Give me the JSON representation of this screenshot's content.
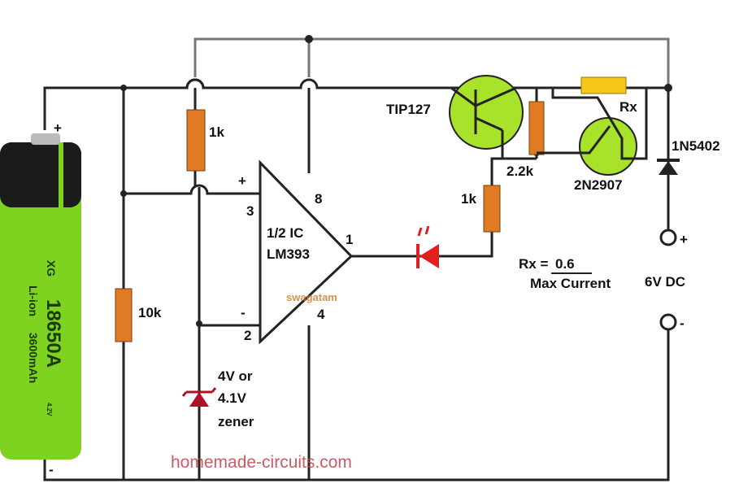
{
  "battery": {
    "plus": "+",
    "minus": "-",
    "brand": "XG",
    "model": "18650A",
    "chemistry": "Li-ion",
    "capacity": "3600mAh",
    "voltage": "4.2V",
    "body_color": "#7ed321"
  },
  "components": {
    "r_top": "1k",
    "r_left": "10k",
    "opamp_line1": "1/2 IC",
    "opamp_line2": "LM393",
    "pin_plus": "+",
    "pin_minus": "-",
    "pin3": "3",
    "pin2": "2",
    "pin8": "8",
    "pin4": "4",
    "pin1": "1",
    "zener_line1": "4V or",
    "zener_line2": "4.1V",
    "zener_line3": "zener",
    "transistor1": "TIP127",
    "transistor2": "2N2907",
    "r_base": "1k",
    "r_22k": "2.2k",
    "rx": "Rx",
    "diode": "1N5402"
  },
  "formula": {
    "lhs": "Rx = ",
    "numerator": "0.6",
    "denominator": "Max Current"
  },
  "supply": {
    "label": "6V DC",
    "plus": "+",
    "minus": "-"
  },
  "watermark": {
    "site": "homemade-circuits.com",
    "author": "swagatam"
  },
  "colors": {
    "transistor": "#a8e22a",
    "resistor": "#e07a25",
    "led": "#e02020",
    "zener": "#b0102a",
    "rx": "#f5c518"
  }
}
